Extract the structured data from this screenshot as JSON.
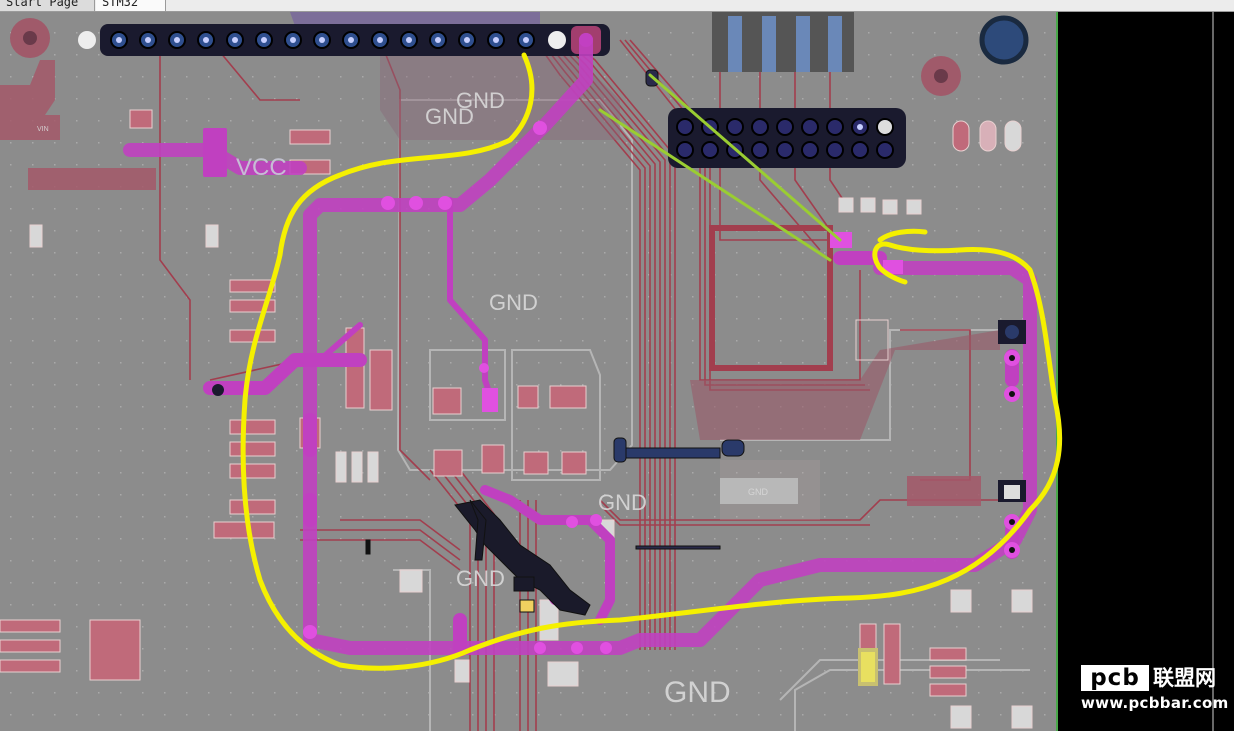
{
  "tabs": [
    {
      "label": "Start Page"
    },
    {
      "label": "STM32"
    }
  ],
  "canvas": {
    "board_color": "#8c8c8c",
    "outside_color": "#000000",
    "trace_top_color": "#a23e4e",
    "trace_bottom_color": "#c040c0",
    "highlight_color": "#f5f000",
    "arrow_color": "#9acd32",
    "net_labels": {
      "gnd_1": "GND",
      "gnd_2": "GND",
      "gnd_3": "GND",
      "gnd_4": "GND",
      "gnd_5": "GND",
      "gnd_6": "GND",
      "gnd_7": "GND",
      "vcc": "VCC",
      "vin": "VIN"
    }
  },
  "watermark": {
    "badge": "pcb",
    "chinese": "联盟网",
    "url": "www.pcbbar.com"
  }
}
